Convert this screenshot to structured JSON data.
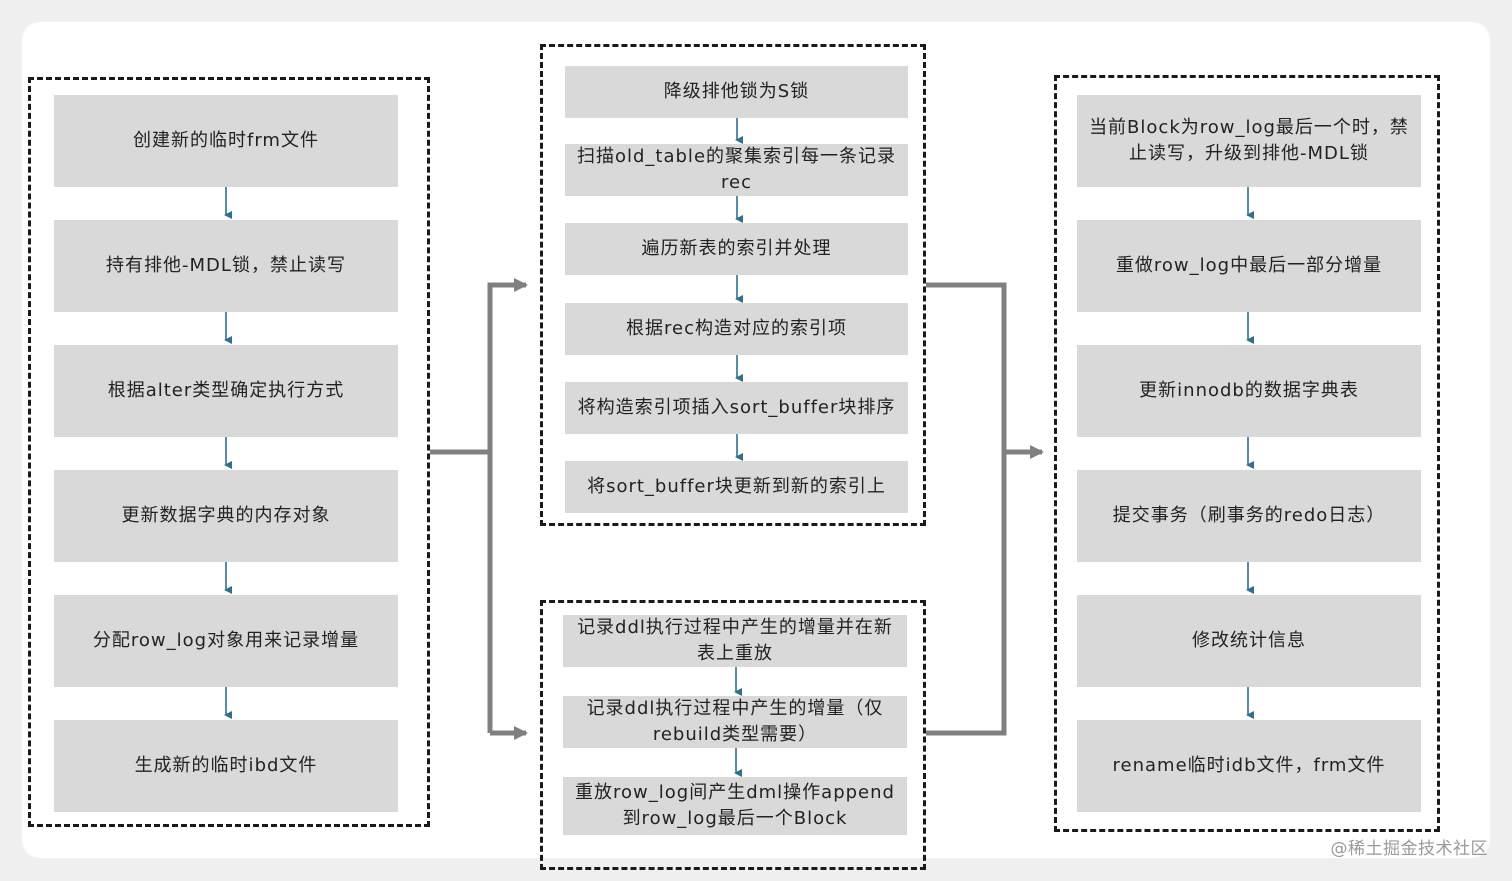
{
  "left_column": [
    "创建新的临时frm文件",
    "持有排他-MDL锁，禁止读写",
    "根据alter类型确定执行方式",
    "更新数据字典的内存对象",
    "分配row_log对象用来记录增量",
    "生成新的临时ibd文件"
  ],
  "middle_top": [
    "降级排他锁为S锁",
    "扫描old_table的聚集索引每一条记录rec",
    "遍历新表的索引并处理",
    "根据rec构造对应的索引项",
    "将构造索引项插入sort_buffer块排序",
    "将sort_buffer块更新到新的索引上"
  ],
  "middle_bottom": [
    "记录ddl执行过程中产生的增量并在新表上重放",
    "记录ddl执行过程中产生的增量（仅rebuild类型需要）",
    "重放row_log间产生dml操作append到row_log最后一个Block"
  ],
  "right_column": [
    "当前Block为row_log最后一个时，禁止读写，升级到排他-MDL锁",
    "重做row_log中最后一部分增量",
    "更新innodb的数据字典表",
    "提交事务（刷事务的redo日志）",
    "修改统计信息",
    "rename临时idb文件，frm文件"
  ],
  "watermark": "@稀土掘金技术社区",
  "colors": {
    "box_fill": "#d9d9d9",
    "small_arrow": "#2f6f8f",
    "connector": "#808080",
    "dash_border": "#1a1a1a"
  }
}
